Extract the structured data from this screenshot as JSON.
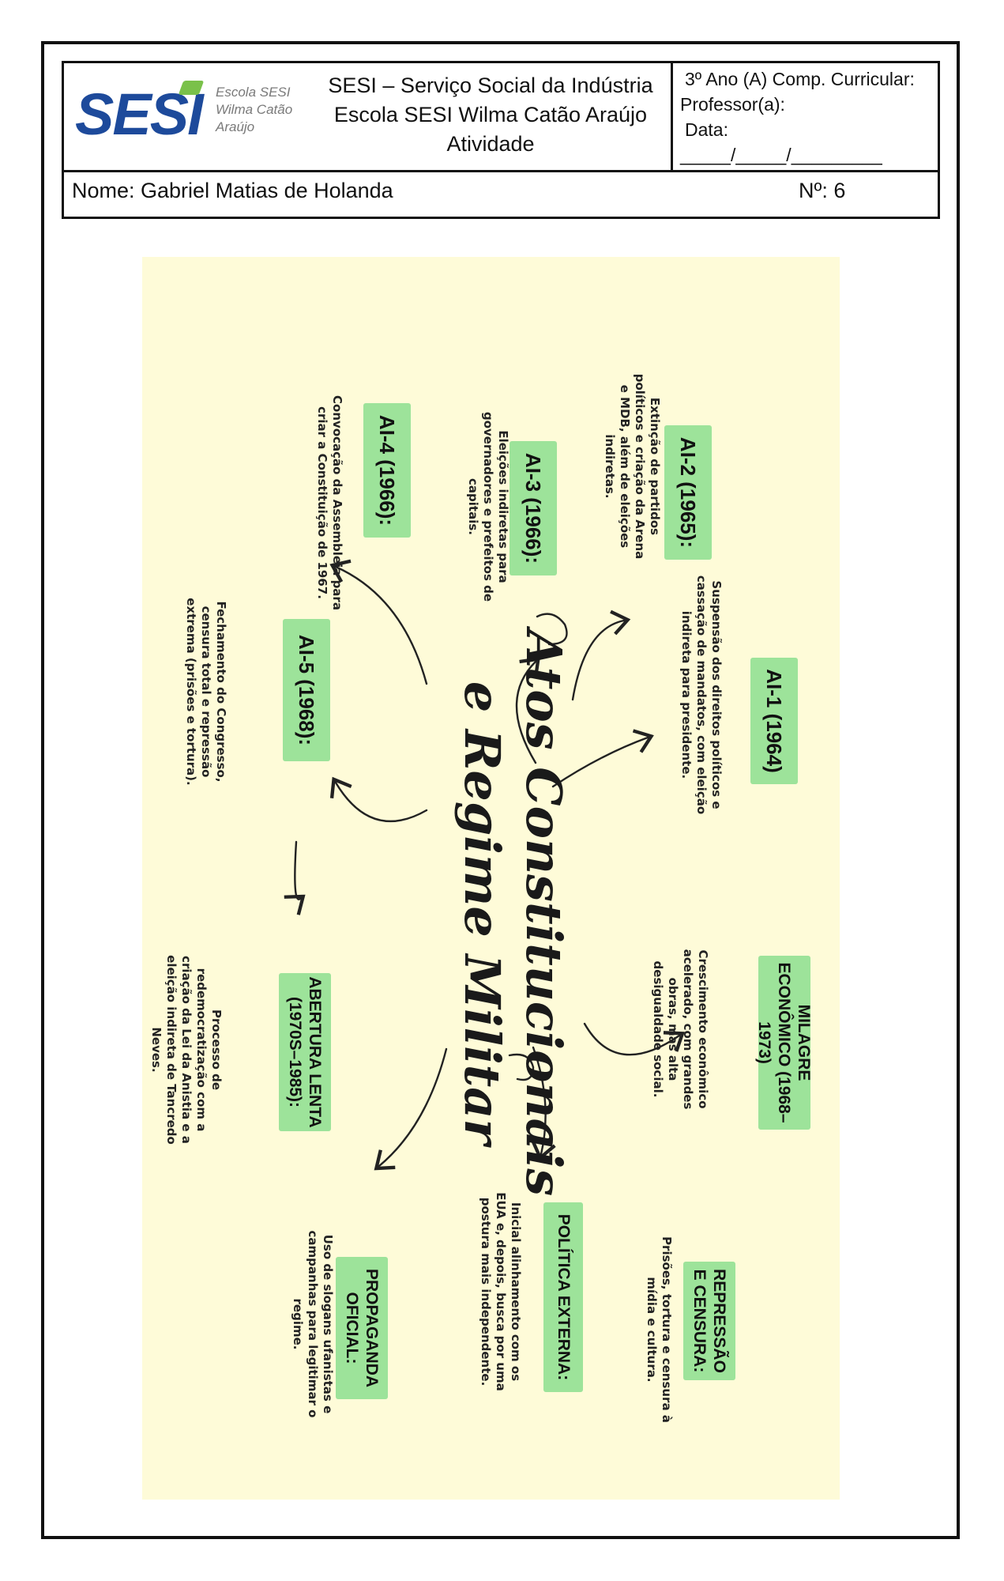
{
  "header": {
    "logo": {
      "mark": "SESI",
      "sub_line1": "Escola SESI",
      "sub_line2": "Wilma Catão",
      "sub_line3": "Araújo"
    },
    "school_line1": "SESI – Serviço Social da Indústria",
    "school_line2": "Escola SESI Wilma Catão Araújo",
    "school_line3": "Atividade",
    "class_line": "3º Ano (A) Comp. Curricular:",
    "teacher_line": "Professor(a):",
    "date_label": "Data:",
    "date_blank": "_____/_____/_________",
    "name_line": "Nome: Gabriel Matias de Holanda",
    "number_line": "Nº: 6"
  },
  "mindmap": {
    "title_line1": "Atos Constitucionais",
    "title_line2": "e Regime Militar",
    "nodes": [
      {
        "label": "AI-2 (1965):",
        "desc": "Extinção de partidos políticos e criação da Arena e MDB, além de eleições indiretas."
      },
      {
        "label": "AI-3 (1966):",
        "desc": "Eleições indiretas para governadores e prefeitos de capitais."
      },
      {
        "label": "AI-4 (1966):",
        "desc": "Convocação da Assembleia para criar a Constituição de 1967."
      },
      {
        "label": "AI-1 (1964)",
        "desc": "Suspensão dos direitos políticos e cassação de mandatos, com eleição indireta para presidente."
      },
      {
        "label": "AI-5 (1968):",
        "desc": "Fechamento do Congresso, censura total e repressão extrema (prisões e tortura)."
      },
      {
        "label": "MILAGRE ECONÔMICO (1968–1973)",
        "desc": "Crescimento econômico acelerado, com grandes obras, mas alta desigualdade social."
      },
      {
        "label": "ABERTURA LENTA (1970S–1985):",
        "desc": "Processo de redemocratização com a criação da Lei da Anistia e a eleição indireta de Tancredo Neves."
      },
      {
        "label": "REPRESSÃO E CENSURA:",
        "desc": "Prisões, tortura e censura à mídia e cultura."
      },
      {
        "label": "POLÍTICA EXTERNA:",
        "desc": "Inicial alinhamento com os EUA e, depois, busca por uma postura mais independente."
      },
      {
        "label": "PROPAGANDA OFICIAL:",
        "desc": "Uso de slogans ufanistas e campanhas para legitimar o regime."
      }
    ]
  },
  "colors": {
    "tag_green": "#9de39a",
    "map_background": "#fefbd8",
    "logo_blue": "#1d4a9b",
    "logo_green": "#7ac14a"
  }
}
